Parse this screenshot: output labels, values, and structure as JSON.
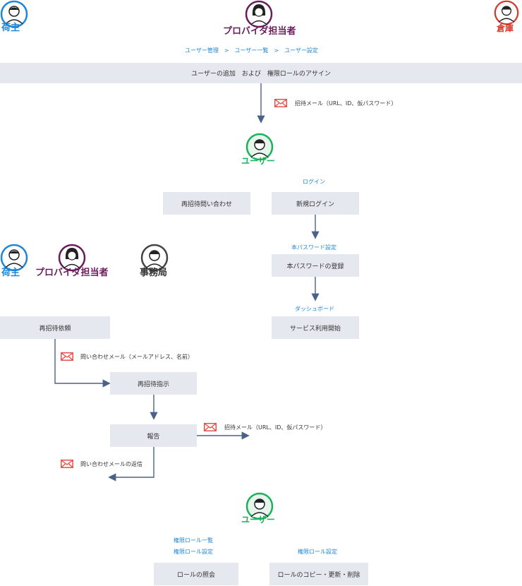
{
  "actors": {
    "shipper_top": "荷主",
    "provider_top": "プロバイダ担当者",
    "warehouse_top": "倉庫",
    "user_1": "ユーザー",
    "shipper_mid": "荷主",
    "provider_mid": "プロバイダ担当者",
    "office_mid": "事務局",
    "user_2": "ユーザー"
  },
  "breadcrumb": "ユーザー管理　>　ユーザー一覧　>　ユーザー設定",
  "boxes": {
    "assign": "ユーザーの追加　および　権限ロールのアサイン",
    "reinvite_inquiry": "再招待問い合わせ",
    "new_login": "新規ログイン",
    "register_password": "本パスワードの登録",
    "service_start": "サービス利用開始",
    "reinvite_request": "再招待依頼",
    "reinvite_instruction": "再招待指示",
    "report": "報告",
    "role_view": "ロールの照会",
    "role_edit": "ロールのコピー・更新・削除"
  },
  "screens": {
    "login": "ログイン",
    "password_setting": "本パスワード設定",
    "dashboard": "ダッシュボード",
    "role_list": "権限ロール一覧",
    "role_setting_left": "権限ロール設定",
    "role_setting_right": "権限ロール設定"
  },
  "notes": {
    "invite_mail_1": "招待メール（URL、ID、仮パスワード）",
    "inquiry_mail": "問い合わせメール（メールアドレス、名前）",
    "invite_mail_2": "招待メール（URL、ID、仮パスワード）",
    "inquiry_reply": "問い合わせメールの返信"
  },
  "icons": {
    "mail": "mail-icon",
    "person": "person-icon"
  },
  "colors": {
    "shipper": "#1f86d6",
    "provider": "#6a1b5e",
    "warehouse": "#d63a2a",
    "user": "#19b25a",
    "office": "#444444",
    "link": "#1f86d6",
    "arrow": "#4a6289",
    "mail": "#e5524a",
    "box": "#e5e8ef"
  }
}
